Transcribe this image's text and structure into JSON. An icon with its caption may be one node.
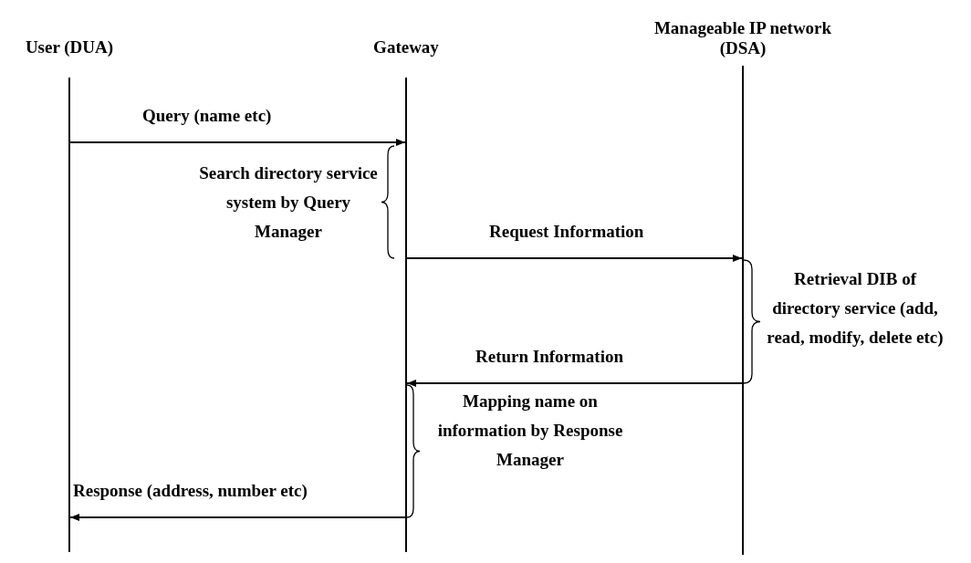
{
  "diagram": {
    "nodes": [
      {
        "text": [
          "User (DUA)"
        ]
      },
      {
        "text": [
          "Gateway"
        ]
      },
      {
        "text": [
          "Manageable IP network (DSA)"
        ]
      }
    ],
    "edges": [
      {
        "from": 0,
        "to": 1,
        "arrow": "to",
        "label": "Query (name etc)"
      },
      {
        "from": 1,
        "to": 2,
        "arrow": "to",
        "label": "Request Information"
      },
      {
        "from": 2,
        "to": 1,
        "arrow": "to",
        "label": "Return Information"
      },
      {
        "from": 1,
        "to": 0,
        "arrow": "to",
        "label": "Response (address, number etc)"
      }
    ],
    "labels": [
      "Search directory service system by Query Manager",
      "Retrieval DIB of directory service (add, read, modify, delete etc)",
      "Mapping name on information by Response Manager"
    ]
  }
}
